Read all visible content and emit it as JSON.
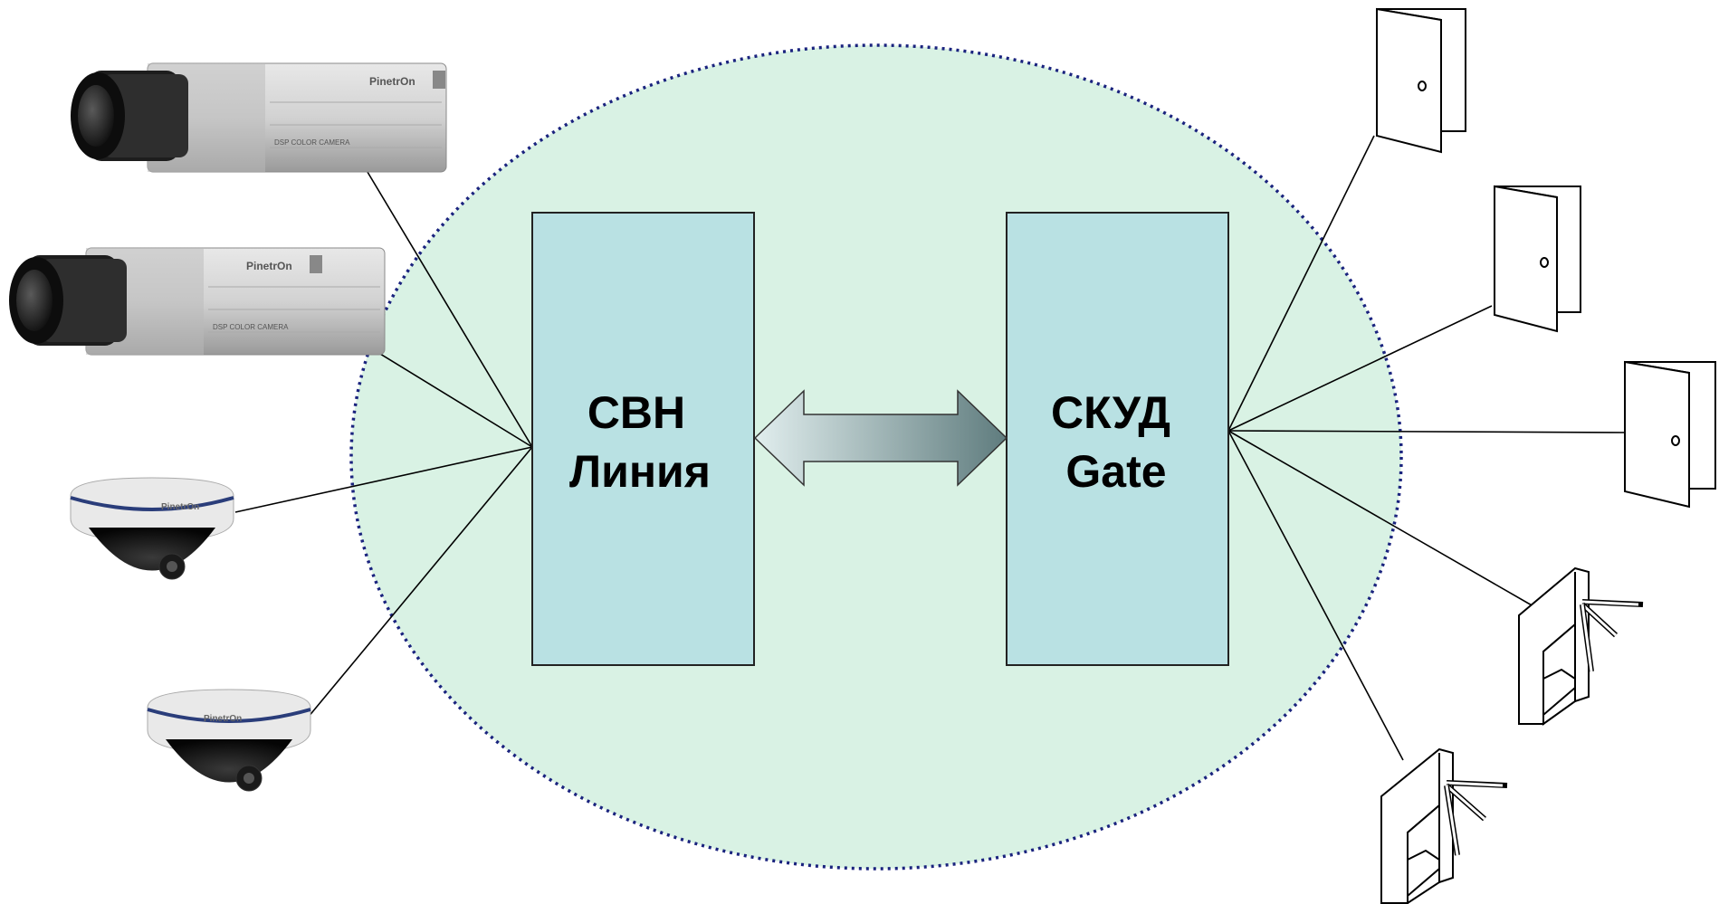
{
  "diagram": {
    "left_system": {
      "line1": "СВН",
      "line2": "Линия"
    },
    "right_system": {
      "line1": "СКУД",
      "line2": "Gate"
    },
    "camera_brand": "PinetrOn",
    "box_camera_caption": "DSP COLOR CAMERA"
  },
  "colors": {
    "ellipse_fill": "#d9f2e4",
    "ellipse_border": "#1a237e",
    "box_fill": "#b9e1e3",
    "box_stroke": "#222222",
    "arrow_light": "#e1eeee",
    "arrow_dark": "#5f7c7e"
  },
  "icons": {
    "cameras": [
      "box-camera-icon",
      "box-camera-icon",
      "dome-camera-icon",
      "dome-camera-icon"
    ],
    "access_points": [
      "door-icon",
      "door-icon",
      "door-icon",
      "turnstile-icon",
      "turnstile-icon"
    ]
  }
}
